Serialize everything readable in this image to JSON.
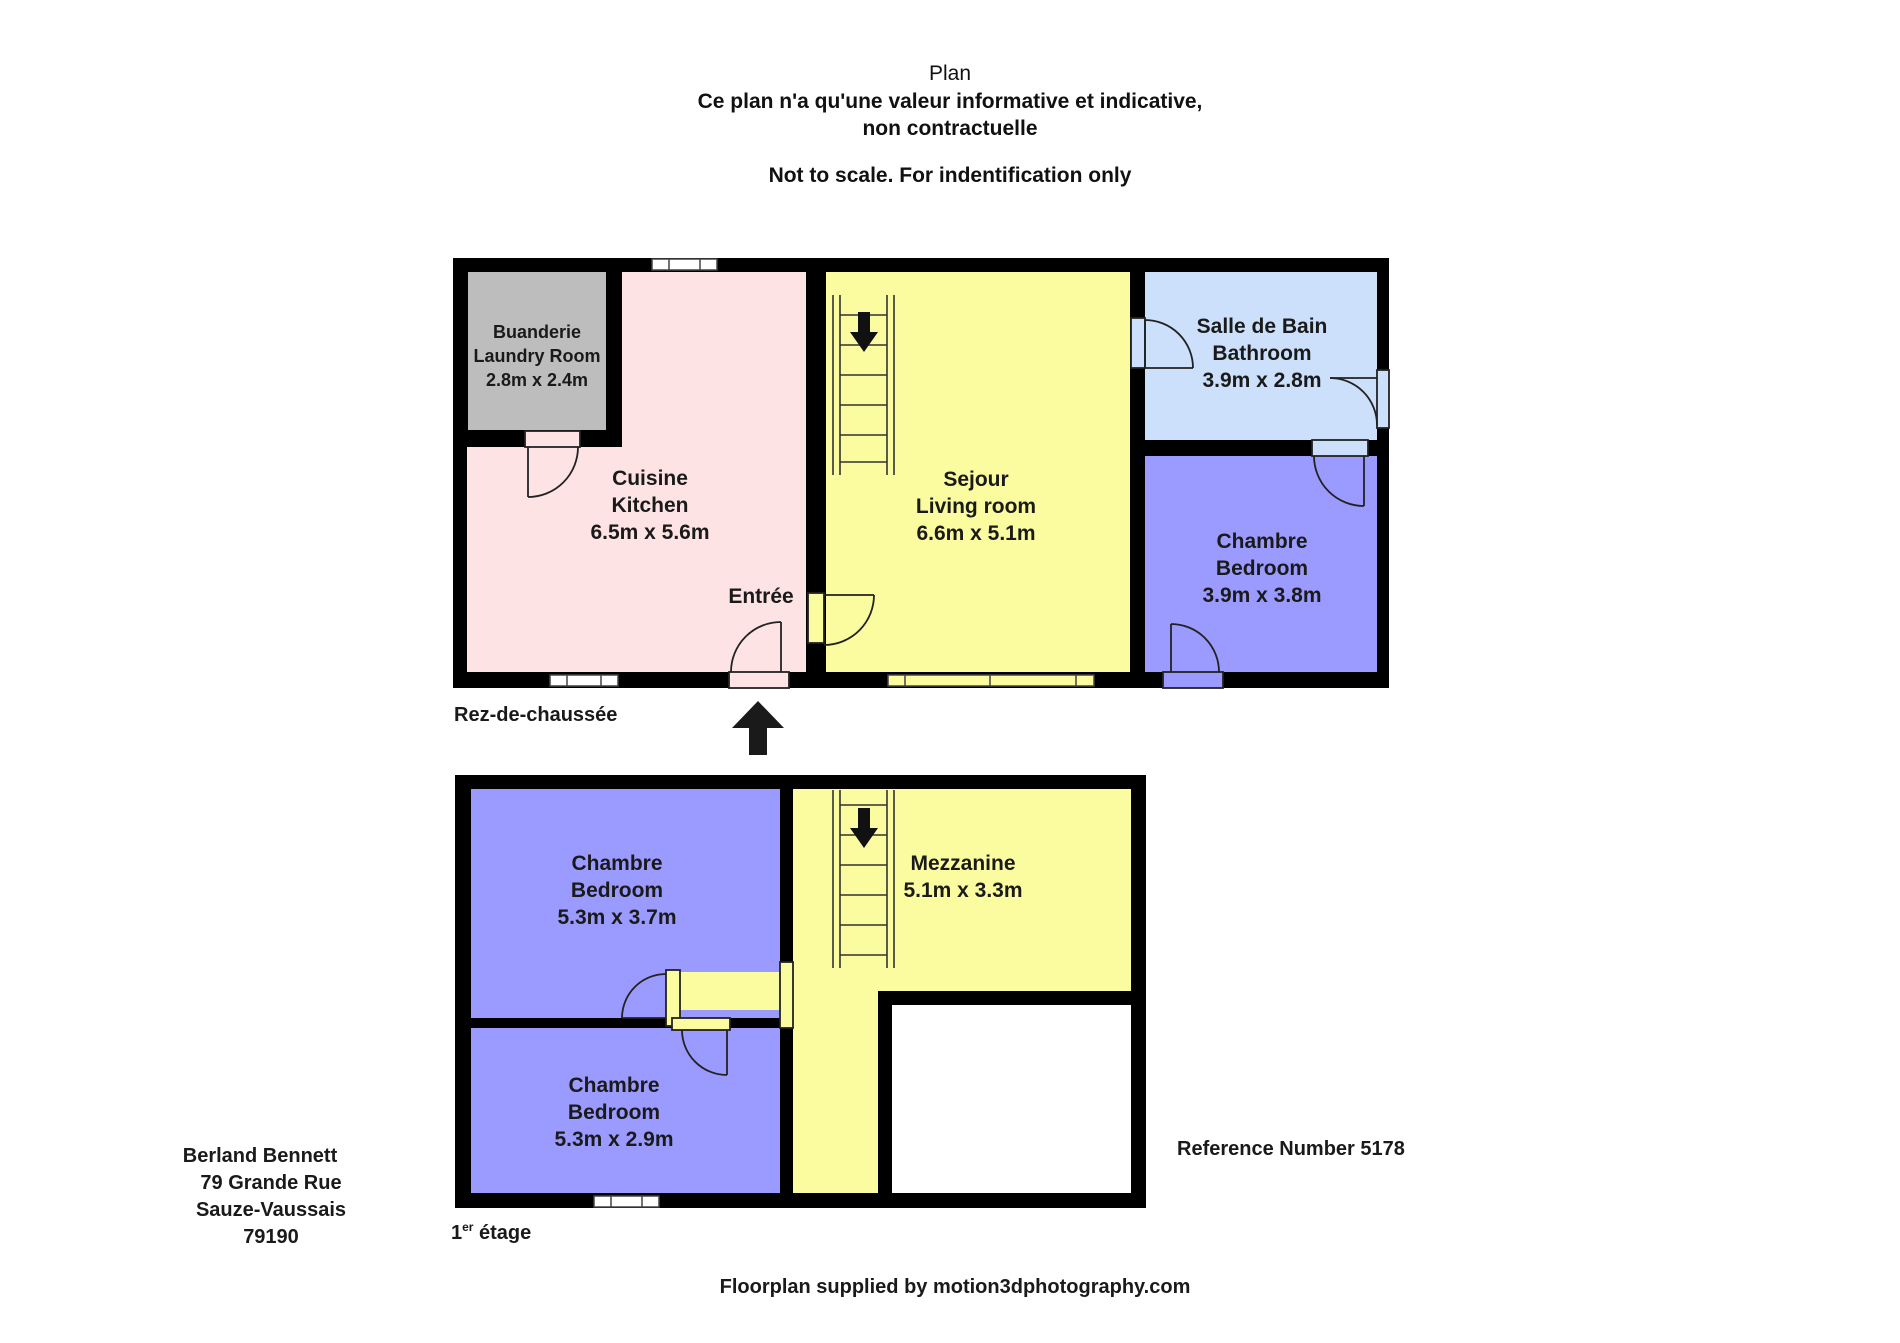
{
  "header": {
    "title": "Plan",
    "disclaimer_fr_1": "Ce plan n'a qu'une valeur informative et indicative,",
    "disclaimer_fr_2": "non contractuelle",
    "disclaimer_en": "Not to scale.  For indentification only"
  },
  "ground_floor": {
    "label": "Rez-de-chaussée",
    "rooms": {
      "laundry": {
        "name_fr": "Buanderie",
        "name_en": "Laundry Room",
        "size": "2.8m x 2.4m"
      },
      "kitchen": {
        "name_fr": "Cuisine",
        "name_en": "Kitchen",
        "size": "6.5m x 5.6m"
      },
      "entry": {
        "name_fr": "Entrée"
      },
      "living": {
        "name_fr": "Sejour",
        "name_en": "Living room",
        "size": "6.6m x 5.1m"
      },
      "bathroom": {
        "name_fr": "Salle de Bain",
        "name_en": "Bathroom",
        "size": "3.9m x 2.8m"
      },
      "bedroom": {
        "name_fr": "Chambre",
        "name_en": "Bedroom",
        "size": "3.9m x 3.8m"
      }
    }
  },
  "first_floor": {
    "label_main": "1",
    "label_sup": "er",
    "label_rest": " étage",
    "rooms": {
      "bedroom1": {
        "name_fr": "Chambre",
        "name_en": "Bedroom",
        "size": "5.3m x 3.7m"
      },
      "bedroom2": {
        "name_fr": "Chambre",
        "name_en": "Bedroom",
        "size": "5.3m x 2.9m"
      },
      "mezzanine": {
        "name_fr": "Mezzanine",
        "size": "5.1m x 3.3m"
      }
    }
  },
  "agency": {
    "name": "Berland Bennett",
    "street": "79 Grande Rue",
    "town": "Sauze-Vaussais",
    "postcode": "79190"
  },
  "reference": "Reference Number 5178",
  "footer": "Floorplan supplied by  motion3dphotography.com",
  "colors": {
    "wall": "#000000",
    "laundry": "#bdbdbd",
    "kitchen": "#fde3e3",
    "living": "#fbfb9f",
    "bathroom": "#cce0fb",
    "bedroom": "#9b9bff",
    "mezzanine": "#fbfb9f",
    "door": "#ffffff"
  },
  "icons": [
    "entrance-arrow-icon",
    "stair-down-arrow-icon",
    "staircase-icon",
    "door-swing-icon",
    "window-icon"
  ]
}
